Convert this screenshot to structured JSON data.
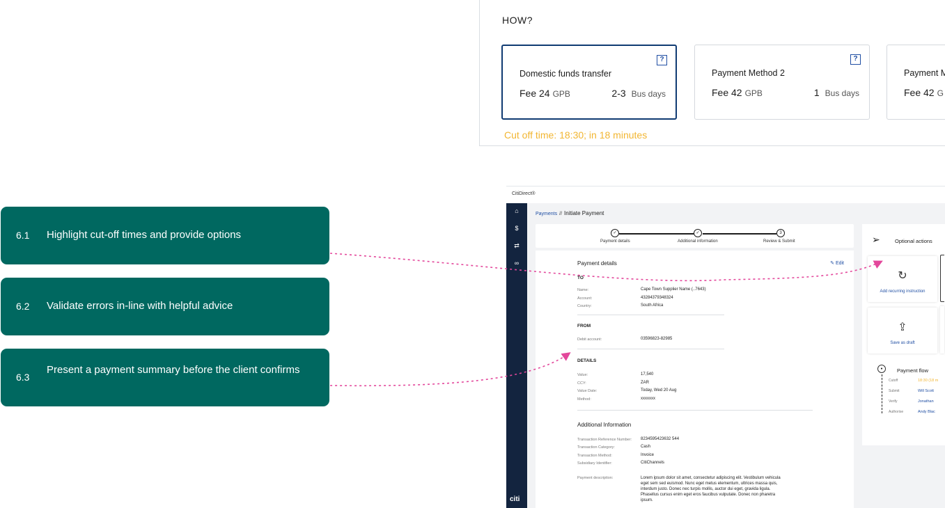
{
  "how": {
    "title": "HOW?",
    "methods": [
      {
        "name": "Domestic funds transfer",
        "fee_label": "Fee",
        "fee": "24",
        "currency": "GPB",
        "days": "2-3",
        "days_unit": "Bus days",
        "selected": true
      },
      {
        "name": "Payment Method 2",
        "fee_label": "Fee",
        "fee": "42",
        "currency": "GPB",
        "days": "1",
        "days_unit": "Bus days",
        "selected": false
      },
      {
        "name": "Payment M",
        "fee_label": "Fee",
        "fee": "42",
        "currency": "G",
        "days": "",
        "days_unit": "",
        "selected": false
      }
    ],
    "help_glyph": "?",
    "cutoff": "Cut off time: 18:30; in 18 minutes",
    "colors": {
      "selected_border": "#0f3a72",
      "cutoff": "#f2b632"
    }
  },
  "callouts": [
    {
      "num": "6.1",
      "text": "Highlight cut-off times and provide options"
    },
    {
      "num": "6.2",
      "text": "Validate errors in-line with helpful advice"
    },
    {
      "num": "6.3",
      "text": "Present a payment summary before the client confirms"
    }
  ],
  "callout_color": "#006860",
  "connector_color": "#e3479b",
  "app": {
    "title": "CitiDirect®",
    "nav_icons": [
      "home-icon",
      "dollar-icon",
      "transfer-icon",
      "link-icon"
    ],
    "nav_glyphs": [
      "⌂",
      "$",
      "⇄",
      "∞"
    ],
    "logo": "citi",
    "breadcrumb": {
      "parent": "Payments",
      "sep": "//",
      "current": "Initiate Payment"
    },
    "steps": [
      {
        "label": "Payment details",
        "glyph": "✓"
      },
      {
        "label": "Additional information",
        "glyph": "✓"
      },
      {
        "label": "Review & Submit",
        "glyph": "3"
      }
    ],
    "details": {
      "title": "Payment details",
      "edit": "Edit",
      "to": {
        "label": "TO",
        "rows": [
          {
            "k": "Name:",
            "v": "Cape Town Supplier Name (..7643)"
          },
          {
            "k": "Account:",
            "v": "43284379348324"
          },
          {
            "k": "Country:",
            "v": "South Africa"
          }
        ]
      },
      "from": {
        "label": "FROM",
        "rows": [
          {
            "k": "Debit account:",
            "v": "03596823-82985"
          }
        ]
      },
      "details": {
        "label": "DETAILS",
        "rows": [
          {
            "k": "Value:",
            "v": "17,540"
          },
          {
            "k": "CCY:",
            "v": "ZAR"
          },
          {
            "k": "Value Date:",
            "v": "Today, Wed 20 Aug"
          },
          {
            "k": "Method:",
            "v": "xxxxxxx"
          }
        ]
      },
      "additional": {
        "label": "Additional Information",
        "rows": [
          {
            "k": "Transaction Reference Number:",
            "v": "8234595423632 544"
          },
          {
            "k": "Transaction Category:",
            "v": "Cash"
          },
          {
            "k": "Transaction Method:",
            "v": "Invoice"
          },
          {
            "k": "Subsidiary Identifier:",
            "v": "CitiChannels"
          }
        ],
        "desc_k": "Payment description:",
        "desc_v": "Lorem ipsum dolor sit amet, consectetur adipiscing elit. Vestibulum vehicula eget sem sed euismod. Nunc eget metus elementum, ultrices massa quis, interdum justo. Donec nec turpis mollis, auctor dui eget, gravida ligula. Phasellus cursus enim eget eros faucibus vulputate. Donec non pharetra ipsum."
      }
    },
    "optional": {
      "title": "Optional actions",
      "actions": [
        {
          "label": "Add recurring instruction",
          "icon": "refresh-icon",
          "glyph": "↻"
        },
        {
          "label": "Save as draft",
          "icon": "save-draft-icon",
          "glyph": "⇪"
        }
      ]
    },
    "flow": {
      "title": "Payment flow",
      "rows": [
        {
          "k": "Cutoff",
          "v": "18:30 (18 m",
          "warn": true
        },
        {
          "k": "Submit",
          "v": "Will Scott",
          "warn": false
        },
        {
          "k": "Verify",
          "v": "Jonathan",
          "warn": false
        },
        {
          "k": "Authorise",
          "v": "Andy Blac",
          "warn": false
        }
      ]
    }
  }
}
